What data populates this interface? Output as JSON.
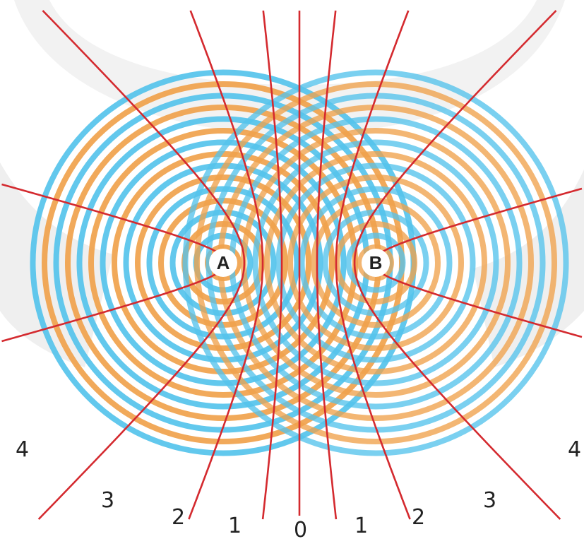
{
  "sources": [
    {
      "id": "A",
      "label": "A",
      "color_wave": "#f0a24c",
      "color_trough": "#55c3ec"
    },
    {
      "id": "B",
      "label": "B",
      "color_wave": "#f0a24c",
      "color_trough": "#55c3ec"
    }
  ],
  "colors": {
    "background": "#ffffff",
    "backdrop": "#ececec",
    "crest": "#f0a24c",
    "trough": "#55c3ec",
    "nodal_line": "#d42a2f",
    "label_halo": "#ffffff",
    "text": "#222222"
  },
  "rings_per_source": 16,
  "nodal_line_orders": [
    4,
    3,
    2,
    1,
    0,
    1,
    2,
    3,
    4
  ],
  "labels": {
    "left": [
      "4",
      "3",
      "2",
      "1"
    ],
    "center": "0",
    "right": [
      "1",
      "2",
      "3",
      "4"
    ]
  }
}
